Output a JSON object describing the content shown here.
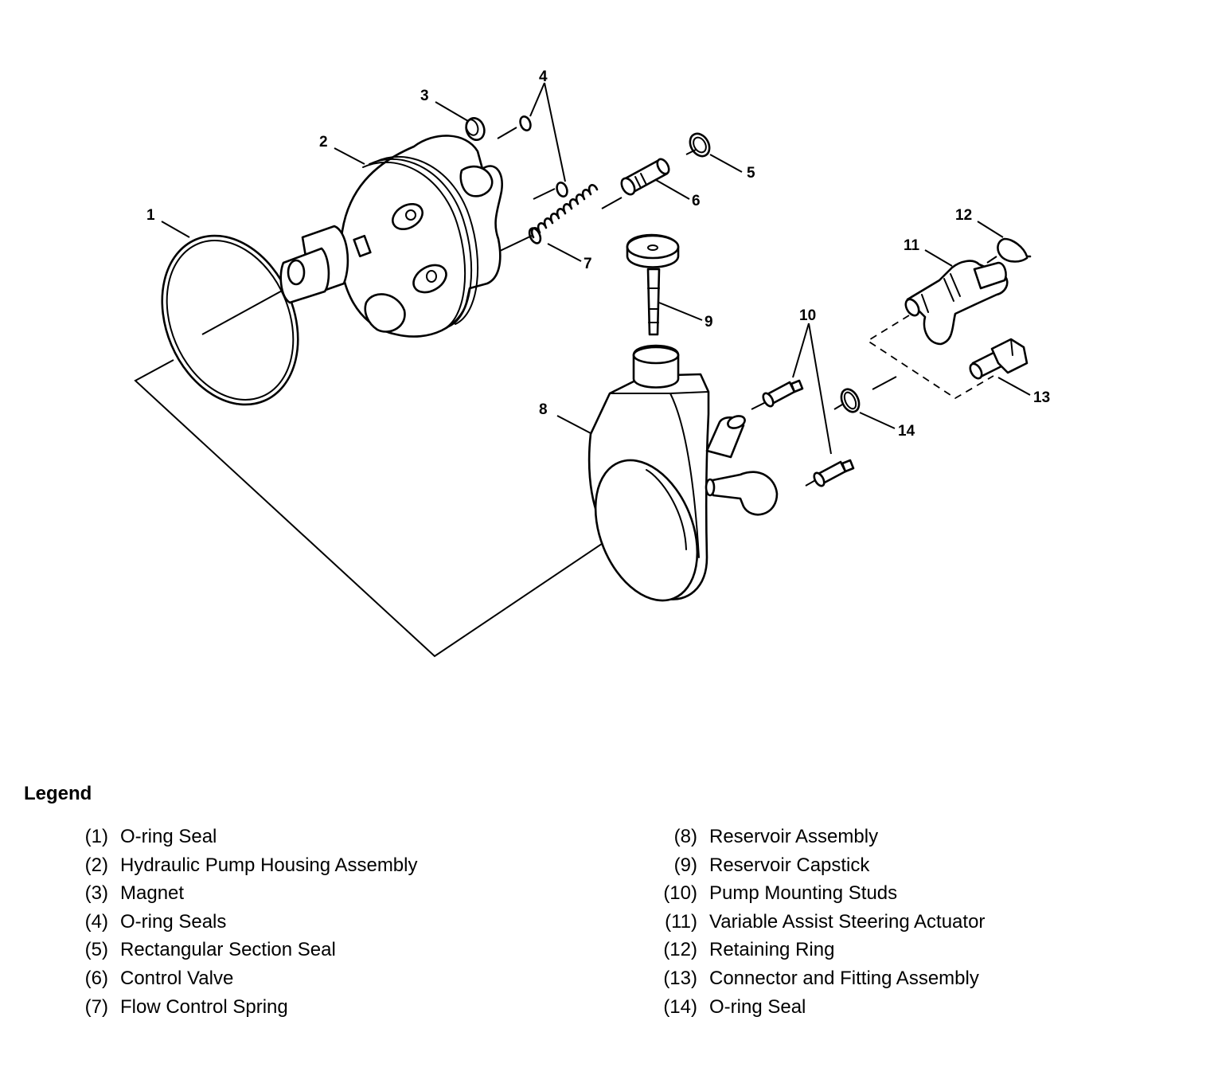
{
  "callouts": [
    "1",
    "2",
    "3",
    "4",
    "5",
    "6",
    "7",
    "8",
    "9",
    "10",
    "11",
    "12",
    "13",
    "14"
  ],
  "legend": {
    "title": "Legend",
    "left": [
      {
        "num": "(1)",
        "text": "O-ring Seal"
      },
      {
        "num": "(2)",
        "text": "Hydraulic Pump Housing Assembly"
      },
      {
        "num": "(3)",
        "text": "Magnet"
      },
      {
        "num": "(4)",
        "text": "O-ring Seals"
      },
      {
        "num": "(5)",
        "text": "Rectangular Section Seal"
      },
      {
        "num": "(6)",
        "text": "Control Valve"
      },
      {
        "num": "(7)",
        "text": "Flow Control Spring"
      }
    ],
    "right": [
      {
        "num": "(8)",
        "text": "Reservoir Assembly"
      },
      {
        "num": "(9)",
        "text": "Reservoir Capstick"
      },
      {
        "num": "(10)",
        "text": "Pump Mounting Studs"
      },
      {
        "num": "(11)",
        "text": "Variable Assist Steering Actuator"
      },
      {
        "num": "(12)",
        "text": "Retaining Ring"
      },
      {
        "num": "(13)",
        "text": "Connector and Fitting Assembly"
      },
      {
        "num": "(14)",
        "text": "O-ring Seal"
      }
    ]
  }
}
